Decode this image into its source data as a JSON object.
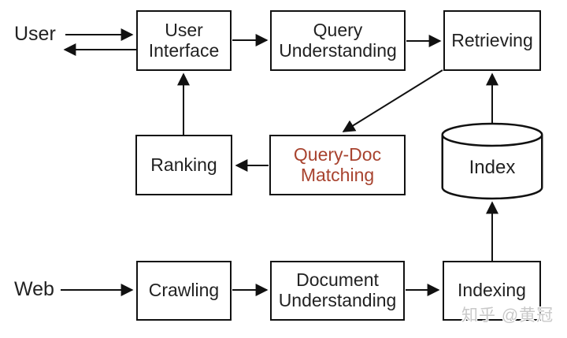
{
  "colors": {
    "line": "#111111",
    "text": "#222222",
    "highlight": "#a8432f",
    "watermark": "#c9c9c9",
    "bg": "#ffffff"
  },
  "nodes": {
    "user": {
      "label": "User"
    },
    "web": {
      "label": "Web"
    },
    "user_interface": {
      "label": "User\nInterface"
    },
    "query_understanding": {
      "label": "Query\nUnderstanding"
    },
    "retrieving": {
      "label": "Retrieving"
    },
    "ranking": {
      "label": "Ranking"
    },
    "query_doc_matching": {
      "label": "Query-Doc\nMatching"
    },
    "index": {
      "label": "Index"
    },
    "crawling": {
      "label": "Crawling"
    },
    "document_understanding": {
      "label": "Document\nUnderstanding"
    },
    "indexing": {
      "label": "Indexing"
    }
  },
  "edges": [
    {
      "from": "User",
      "to": "User Interface"
    },
    {
      "from": "User Interface",
      "to": "User"
    },
    {
      "from": "User Interface",
      "to": "Query Understanding"
    },
    {
      "from": "Query Understanding",
      "to": "Retrieving"
    },
    {
      "from": "Retrieving",
      "to": "Query-Doc Matching"
    },
    {
      "from": "Query-Doc Matching",
      "to": "Ranking"
    },
    {
      "from": "Ranking",
      "to": "User Interface"
    },
    {
      "from": "Index",
      "to": "Retrieving"
    },
    {
      "from": "Indexing",
      "to": "Index"
    },
    {
      "from": "Web",
      "to": "Crawling"
    },
    {
      "from": "Crawling",
      "to": "Document Understanding"
    },
    {
      "from": "Document Understanding",
      "to": "Indexing"
    }
  ],
  "watermark": {
    "text": "知乎 @黄冠"
  }
}
